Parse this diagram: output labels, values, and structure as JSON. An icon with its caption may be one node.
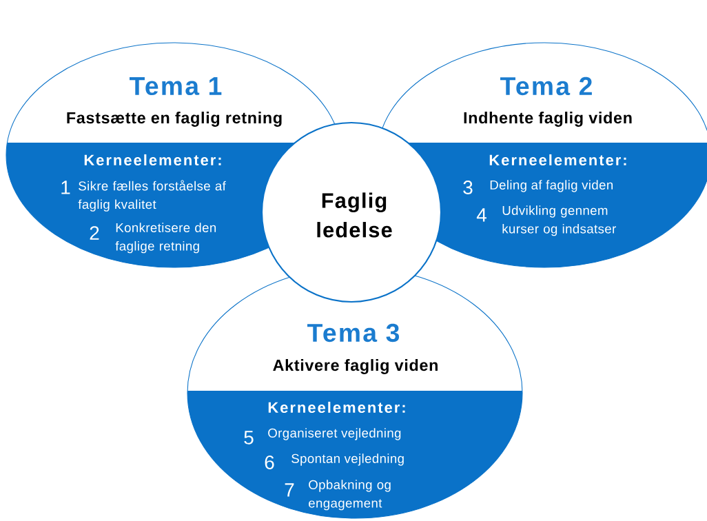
{
  "diagram": {
    "nodes": [
      {
        "text": [
          "Tema 1",
          "Fastsætte en faglig retning",
          "Kerneelementer:",
          "1",
          "Sikre fælles forståelse af faglig kvalitet",
          "2",
          "Konkretisere den faglige retning"
        ]
      },
      {
        "text": [
          "Tema 2",
          "Indhente faglig viden",
          "Kerneelementer:",
          "3",
          "Deling af faglig viden",
          "4",
          "Udvikling gennem kurser og indsatser"
        ]
      },
      {
        "text": [
          "Faglig ledelse"
        ]
      },
      {
        "text": [
          "Tema 3",
          "Aktivere faglig viden",
          "Kerneelementer:",
          "5",
          "Organiseret vejledning",
          "6",
          "Spontan vejledning",
          "7",
          "Opbakning og engagement"
        ]
      }
    ]
  }
}
